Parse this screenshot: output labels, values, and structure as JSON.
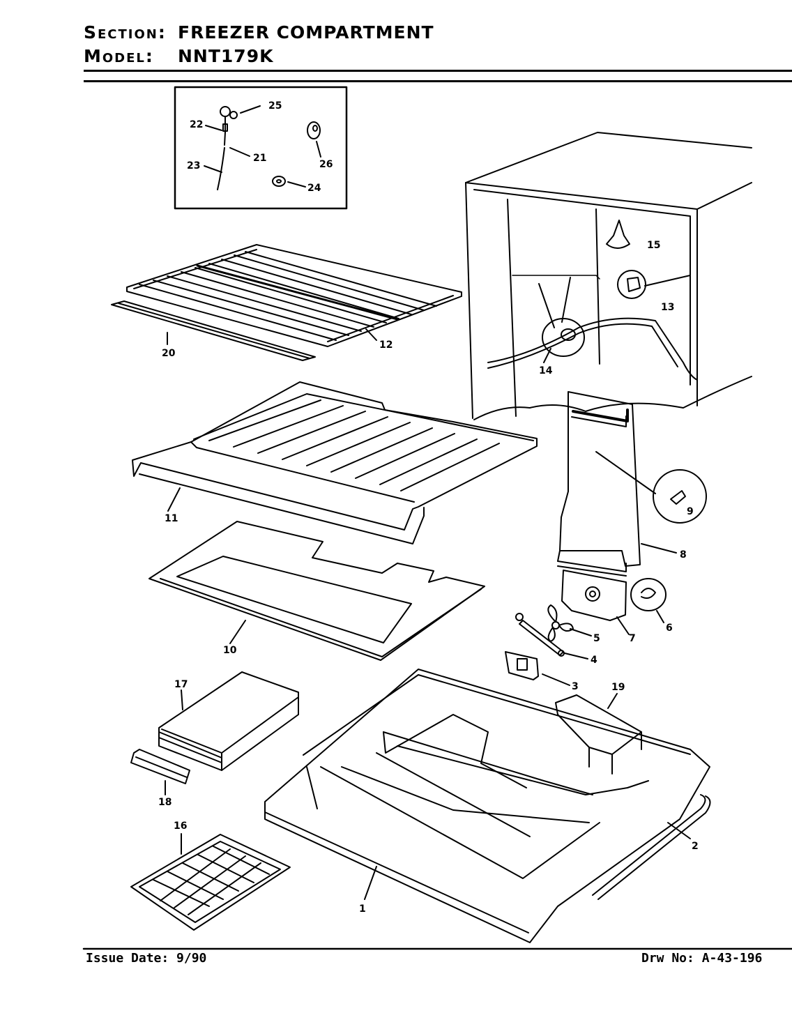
{
  "header": {
    "section_label": "Section:",
    "section_value": "FREEZER COMPARTMENT",
    "model_label": "Model:",
    "model_value": "NNT179K"
  },
  "callouts": [
    "1",
    "2",
    "3",
    "4",
    "5",
    "6",
    "7",
    "8",
    "9",
    "10",
    "11",
    "12",
    "13",
    "14",
    "15",
    "16",
    "17",
    "18",
    "19",
    "20",
    "21",
    "22",
    "23",
    "24",
    "25",
    "26"
  ],
  "footer": {
    "issue_date": "Issue Date: 9/90",
    "drawing_no": "Drw No: A-43-196"
  }
}
